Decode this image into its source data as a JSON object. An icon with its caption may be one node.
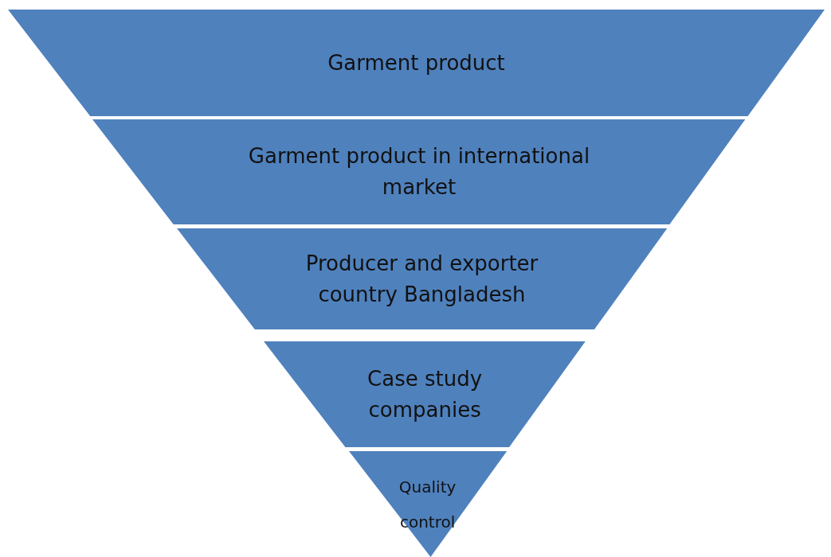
{
  "diagram": {
    "nodes": [
      {
        "text": [
          "Garment product"
        ]
      },
      {
        "text": [
          "Garment product in international market"
        ]
      },
      {
        "text": [
          "Producer and exporter country Bangladesh"
        ]
      },
      {
        "text": [
          "Case study companies"
        ]
      },
      {
        "text": [
          "Quality control"
        ]
      }
    ]
  }
}
